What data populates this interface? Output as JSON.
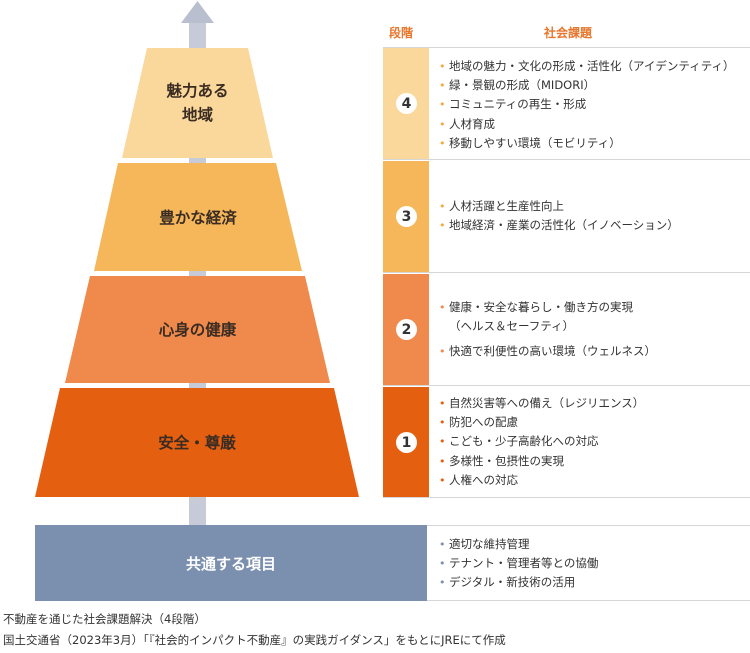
{
  "headers": {
    "stage": "段階",
    "issues": "社会課題"
  },
  "tiers": [
    {
      "label": "魅力ある\n地域",
      "stage": "4",
      "issues": [
        "地域の魅力・文化の形成・活性化（アイデンティティ）",
        "緑・景観の形成（MIDORI）",
        "コミュニティの再生・形成",
        "人材育成",
        "移動しやすい環境（モビリティ）"
      ]
    },
    {
      "label": "豊かな経済",
      "stage": "3",
      "issues": [
        "人材活躍と生産性向上",
        "地域経済・産業の活性化（イノベーション）"
      ]
    },
    {
      "label": "心身の健康",
      "stage": "2",
      "issues": [
        "健康・安全な暮らし・働き方の実現",
        "（ヘルス＆セーフティ）",
        "快適で利便性の高い環境（ウェルネス）"
      ]
    },
    {
      "label": "安全・尊厳",
      "stage": "1",
      "issues": [
        "自然災害等への備え（レジリエンス）",
        "防犯への配慮",
        "こども・少子高齢化への対応",
        "多様性・包摂性の実現",
        "人権への対応"
      ]
    }
  ],
  "common": {
    "label": "共通する項目",
    "issues": [
      "適切な維持管理",
      "テナント・管理者等との協働",
      "デジタル・新技術の活用"
    ]
  },
  "footnotes": [
    "不動産を通じた社会課題解決（4段階）",
    "国土交通省（2023年3月）「『社会的インパクト不動産』の実践ガイダンス」をもとにJREにて作成"
  ],
  "colors": {
    "tier4": "#fad79a",
    "tier3": "#f6b75a",
    "tier2": "#ef8a4c",
    "tier1": "#e55f11",
    "common": "#7b8fae",
    "arrow": "#c7cbd8",
    "bullet_orange": "#f3a93f",
    "bullet_blue": "#7b8fae"
  }
}
